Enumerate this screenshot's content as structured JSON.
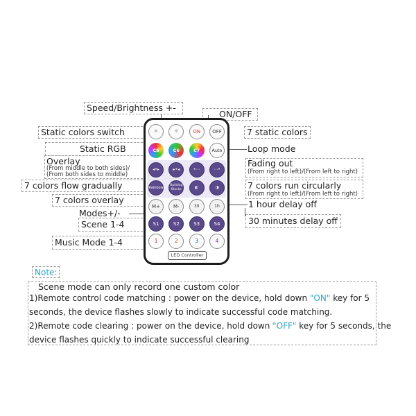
{
  "labels": {
    "speed_brightness": "Speed/Brightness +-",
    "on_off": "ON/OFF",
    "static_colors_switch": "Static colors switch",
    "seven_static_colors": "7 static colors",
    "static_rgb": "Static RGB",
    "loop_mode": "Loop mode",
    "overlay": "Overlay",
    "overlay_sub1": "(From middle to both sides)/",
    "overlay_sub2": "(From both sides to middle)",
    "fading_out": "Fading out",
    "fading_out_sub": "(From right to left)/(From left to right)",
    "seven_colors_flow": "7 colors flow gradually",
    "seven_colors_run": "7 colors run circularly",
    "seven_colors_run_sub": "(From right to left)/(From left to right)",
    "seven_colors_overlay": "7 colors overlay",
    "one_hour_delay": "1 hour delay off",
    "modes": "Modes+/-",
    "scene": "Scene 1-4",
    "thirty_min_delay": "30 minutes delay off",
    "music_mode": "Music Mode 1-4"
  },
  "remote": {
    "on": "ON",
    "off": "OFF",
    "c5": "C5",
    "c6": "C6",
    "c7": "C7",
    "auto": "Auto",
    "rainbow": "Rainbow",
    "building_blocks": "Building Blocks",
    "m_plus": "M+",
    "m_minus": "M-",
    "timer_30": "30",
    "timer_1h": "1h",
    "s1": "S1",
    "s2": "S2",
    "s3": "S3",
    "s4": "S4",
    "music1": "1",
    "music2": "2",
    "music3": "3",
    "music4": "4",
    "controller_label": "LED Controller"
  },
  "note": {
    "title": "Note:",
    "line1": "Scene mode can only record one custom color",
    "line2a": "1)Remote control code matching : power on the device, hold down ",
    "line2_key": "\"ON\"",
    "line2b": " key for 5",
    "line3": "seconds, the device flashes slowly to indicate successful code matching.",
    "line4a": "2)Remote code clearing : power on the device, hold down ",
    "line4_key": "\"OFF\"",
    "line4b": " key for 5 seconds, the",
    "line5": "device flashes quickly to indicate successful clearing"
  },
  "colors": {
    "accent": "#2aa6c8",
    "button_purple": "#5a4a8c",
    "on_red": "#e03030"
  }
}
